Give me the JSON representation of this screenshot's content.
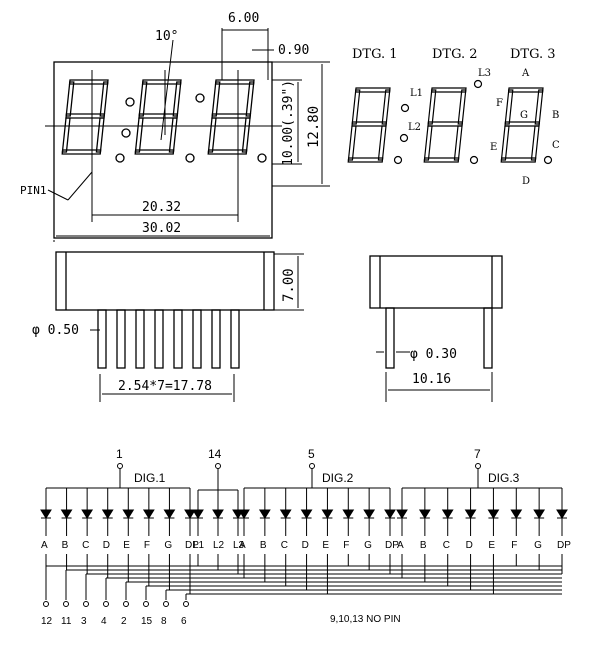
{
  "dimensions": {
    "tilt": "10°",
    "digit_width": "6.00",
    "segment_gap": "0.90",
    "digit_height": "10.00(.39\")",
    "body_height": "12.80",
    "pin_span": "20.32",
    "body_width": "30.02",
    "body_depth": "7.00",
    "pin_diameter": "φ 0.50",
    "pin_diameter_side": "φ 0.30",
    "pin_row_spacing": "10.16",
    "pin_pitch": "2.54*7=17.78",
    "pin1_label": "PIN1"
  },
  "digit_labels": {
    "dtg1": "DTG. 1",
    "dtg2": "DTG. 2",
    "dtg3": "DTG. 3",
    "l1": "L1",
    "l2": "L2",
    "l3": "L3",
    "seg_a": "A",
    "seg_b": "B",
    "seg_c": "C",
    "seg_d": "D",
    "seg_e": "E",
    "seg_f": "F",
    "seg_g": "G"
  },
  "schematic": {
    "common_pins": [
      "1",
      "14",
      "5",
      "7"
    ],
    "dig1": "DIG.1",
    "dig2": "DIG.2",
    "dig3": "DIG.3",
    "segment_labels": [
      "A",
      "B",
      "C",
      "D",
      "E",
      "F",
      "G",
      "DP",
      "L1",
      "L2",
      "L3",
      "A",
      "B",
      "C",
      "D",
      "E",
      "F",
      "G",
      "DP",
      "A",
      "B",
      "C",
      "D",
      "E",
      "F",
      "G",
      "DP"
    ],
    "bottom_pins": [
      "12",
      "11",
      "3",
      "4",
      "2",
      "15",
      "8",
      "6"
    ],
    "note": "9,10,13 NO PIN"
  }
}
